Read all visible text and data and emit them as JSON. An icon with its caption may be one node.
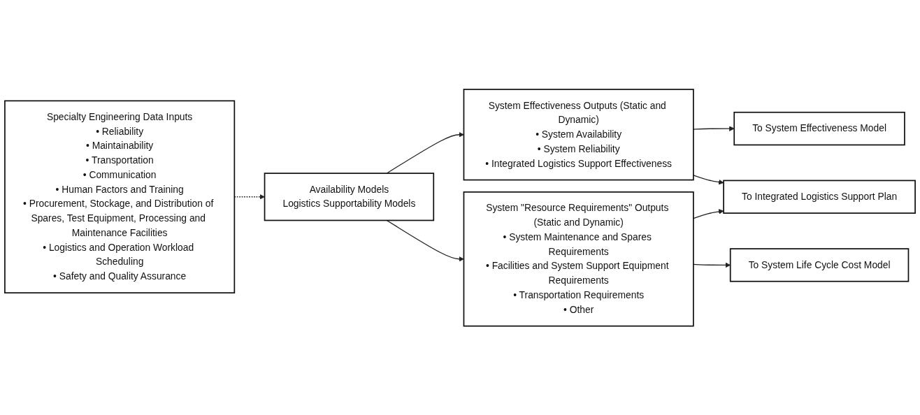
{
  "diagram": {
    "nodes": [
      {
        "text": [
          "Specialty Engineering Data Inputs",
          "• Reliability",
          "• Maintainability",
          "• Transportation",
          "• Communication",
          "• Human Factors and Training",
          "• Procurement, Stockage, and Distribution of Spares, Test Equipment, Processing and Maintenance Facilities",
          "• Logistics and Operation Workload Scheduling",
          "• Safety and Quality Assurance"
        ]
      },
      {
        "text": [
          "Availability Models",
          "Logistics Supportability Models"
        ]
      },
      {
        "text": [
          "System Effectiveness Outputs (Static and Dynamic)",
          "• System Availability",
          "• System Reliability",
          "• Integrated Logistics Support Effectiveness"
        ]
      },
      {
        "text": [
          "System \"Resource Requirements\" Outputs (Static and Dynamic)",
          "• System Maintenance and Spares Requirements",
          "• Facilities and System Support Equipment Requirements",
          "• Transportation Requirements",
          "• Other"
        ]
      },
      {
        "text": [
          "To System Effectiveness Model"
        ]
      },
      {
        "text": [
          "To Integrated Logistics Support Plan"
        ]
      },
      {
        "text": [
          "To System Life Cycle Cost Model"
        ]
      }
    ],
    "edges": [
      {
        "from": 0,
        "to": 1,
        "arrow": "to",
        "style": "dashed"
      },
      {
        "from": 1,
        "to": 2,
        "arrow": "to"
      },
      {
        "from": 1,
        "to": 3,
        "arrow": "to"
      },
      {
        "from": 2,
        "to": 4,
        "arrow": "to"
      },
      {
        "from": 2,
        "to": 5,
        "arrow": "to"
      },
      {
        "from": 3,
        "to": 5,
        "arrow": "to"
      },
      {
        "from": 3,
        "to": 6,
        "arrow": "to"
      }
    ]
  }
}
